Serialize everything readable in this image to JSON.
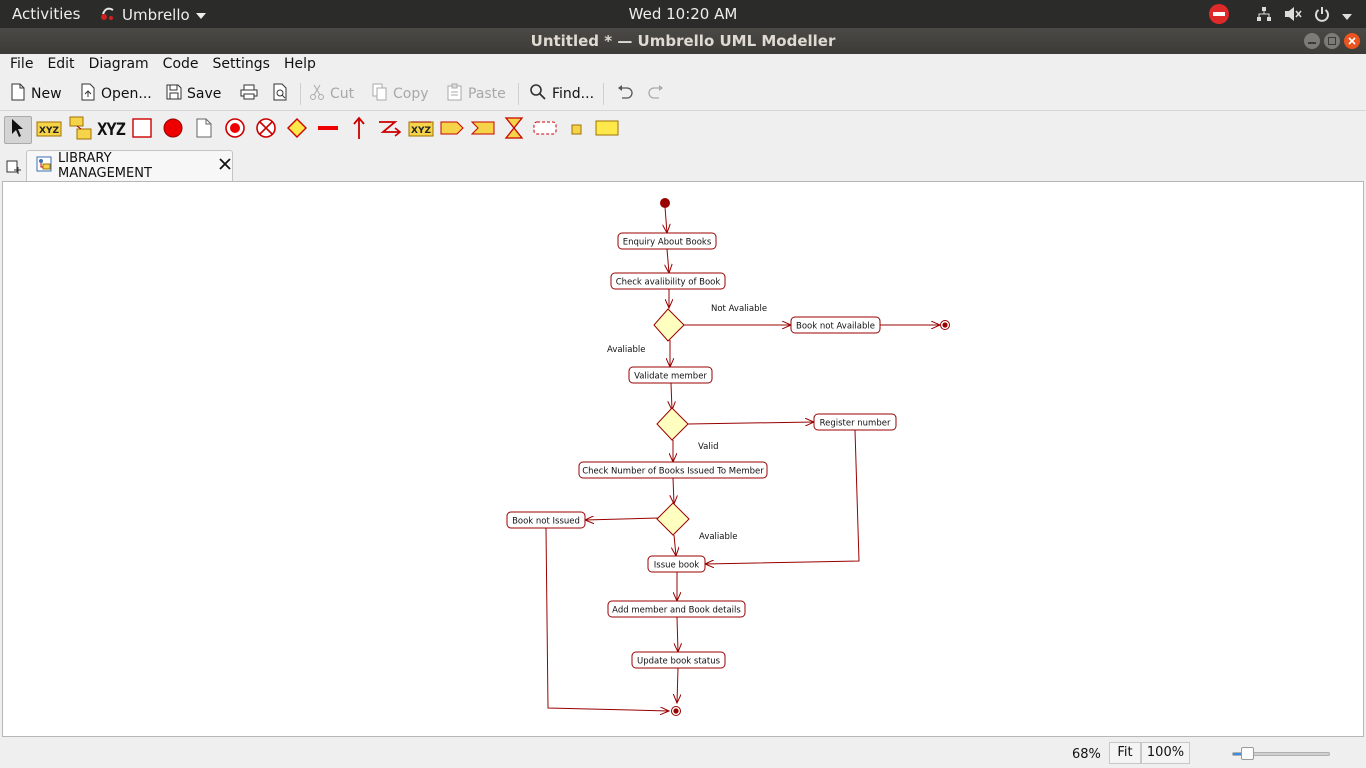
{
  "topbar": {
    "activities": "Activities",
    "app_name": "Umbrello",
    "clock": "Wed 10:20 AM"
  },
  "window": {
    "title": "Untitled * — Umbrello UML Modeller"
  },
  "menu": {
    "file": "File",
    "edit": "Edit",
    "diagram": "Diagram",
    "code": "Code",
    "settings": "Settings",
    "help": "Help"
  },
  "toolbar": {
    "new": "New",
    "open": "Open...",
    "save": "Save",
    "cut": "Cut",
    "copy": "Copy",
    "paste": "Paste",
    "find": "Find..."
  },
  "shape_toolbar": {
    "object_label": "XYZ"
  },
  "tab": {
    "label": "LIBRARY MANAGEMENT"
  },
  "diagram": {
    "colors": {
      "line": "#990000",
      "activity_fill": "#ffffff",
      "decision_fill": "#ffffc0",
      "node_fill": "#990000"
    },
    "activities": {
      "enquiry": "Enquiry About Books",
      "check_availability": "Check avalibility of Book",
      "book_not_available": "Book not Available",
      "validate_member": "Validate member",
      "register_number": "Register number",
      "check_number": "Check Number of Books Issued To Member",
      "book_not_issued": "Book not Issued",
      "issue_book": "Issue book",
      "add_member": "Add member and Book details",
      "update_status": "Update book status"
    },
    "guards": {
      "not_available": "Not Avaliable",
      "available": "Avaliable",
      "valid": "Valid",
      "available_2": "Avaliable"
    }
  },
  "statusbar": {
    "zoom": "68%",
    "fit": "Fit",
    "percent": "100%",
    "slider_level": 0.15
  }
}
